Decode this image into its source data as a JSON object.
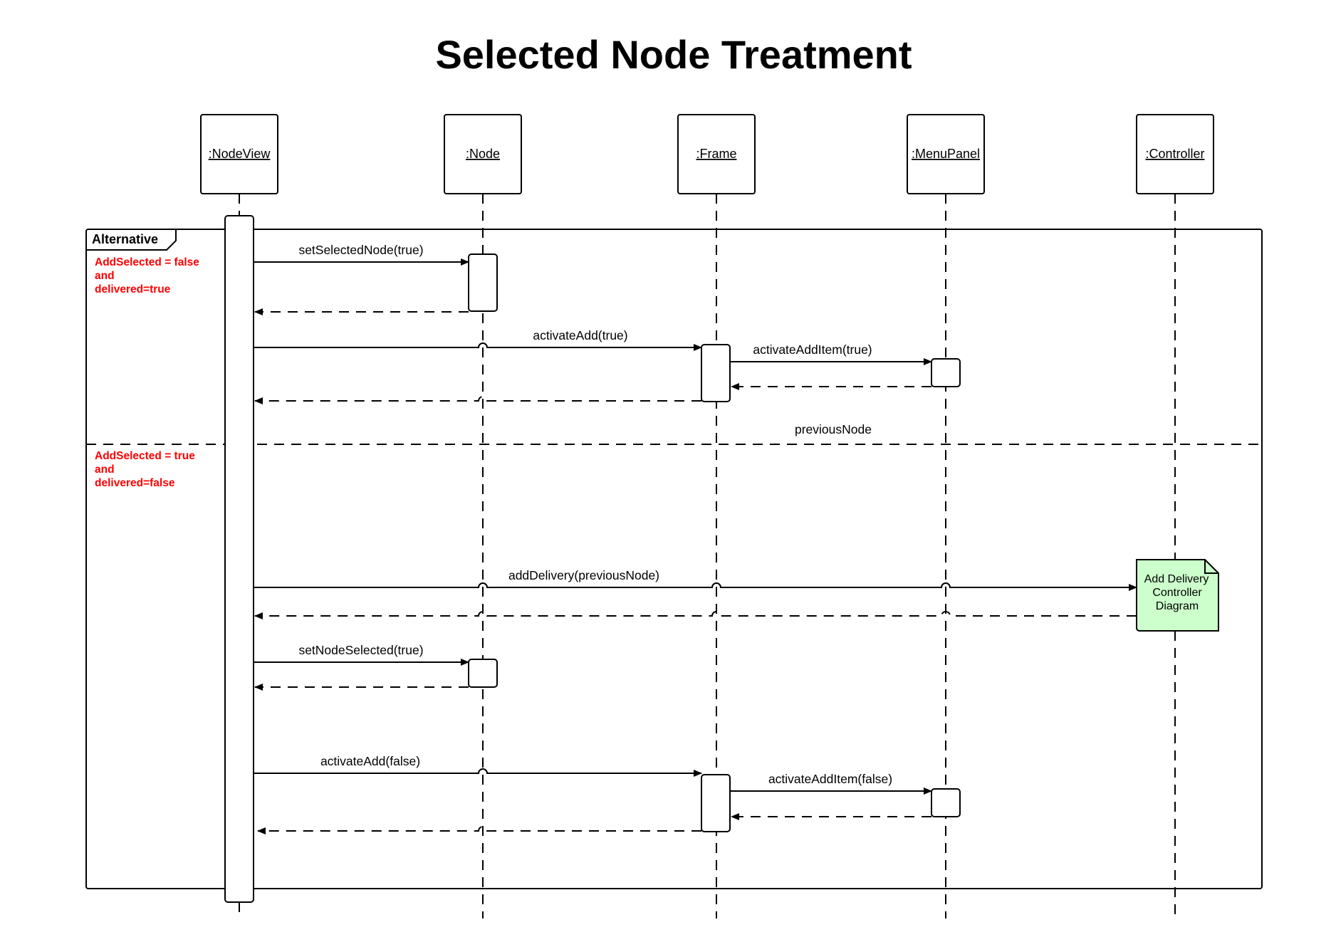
{
  "title": "Selected Node Treatment",
  "lifelines": [
    {
      "id": "nodeview",
      "label": ":NodeView"
    },
    {
      "id": "node",
      "label": ":Node"
    },
    {
      "id": "frame",
      "label": ":Frame"
    },
    {
      "id": "menupanel",
      "label": ":MenuPanel"
    },
    {
      "id": "controller",
      "label": ":Controller"
    }
  ],
  "fragment": {
    "label": "Alternative",
    "guard_top": [
      "AddSelected = false",
      "and",
      "delivered=true"
    ],
    "guard_bottom": [
      "AddSelected = true",
      "and",
      "delivered=false"
    ],
    "separator_label": "previousNode"
  },
  "messages": {
    "m1": "setSelectedNode(true)",
    "m2": "activateAdd(true)",
    "m3": "activateAddItem(true)",
    "m4": "addDelivery(previousNode)",
    "m5": "setNodeSelected(true)",
    "m6": "activateAdd(false)",
    "m7": "activateAddItem(false)"
  },
  "note": {
    "lines": [
      "Add Delivery",
      "Controller",
      "Diagram"
    ],
    "fill": "#ccffcc"
  },
  "colors": {
    "guard": "#ff0000"
  }
}
